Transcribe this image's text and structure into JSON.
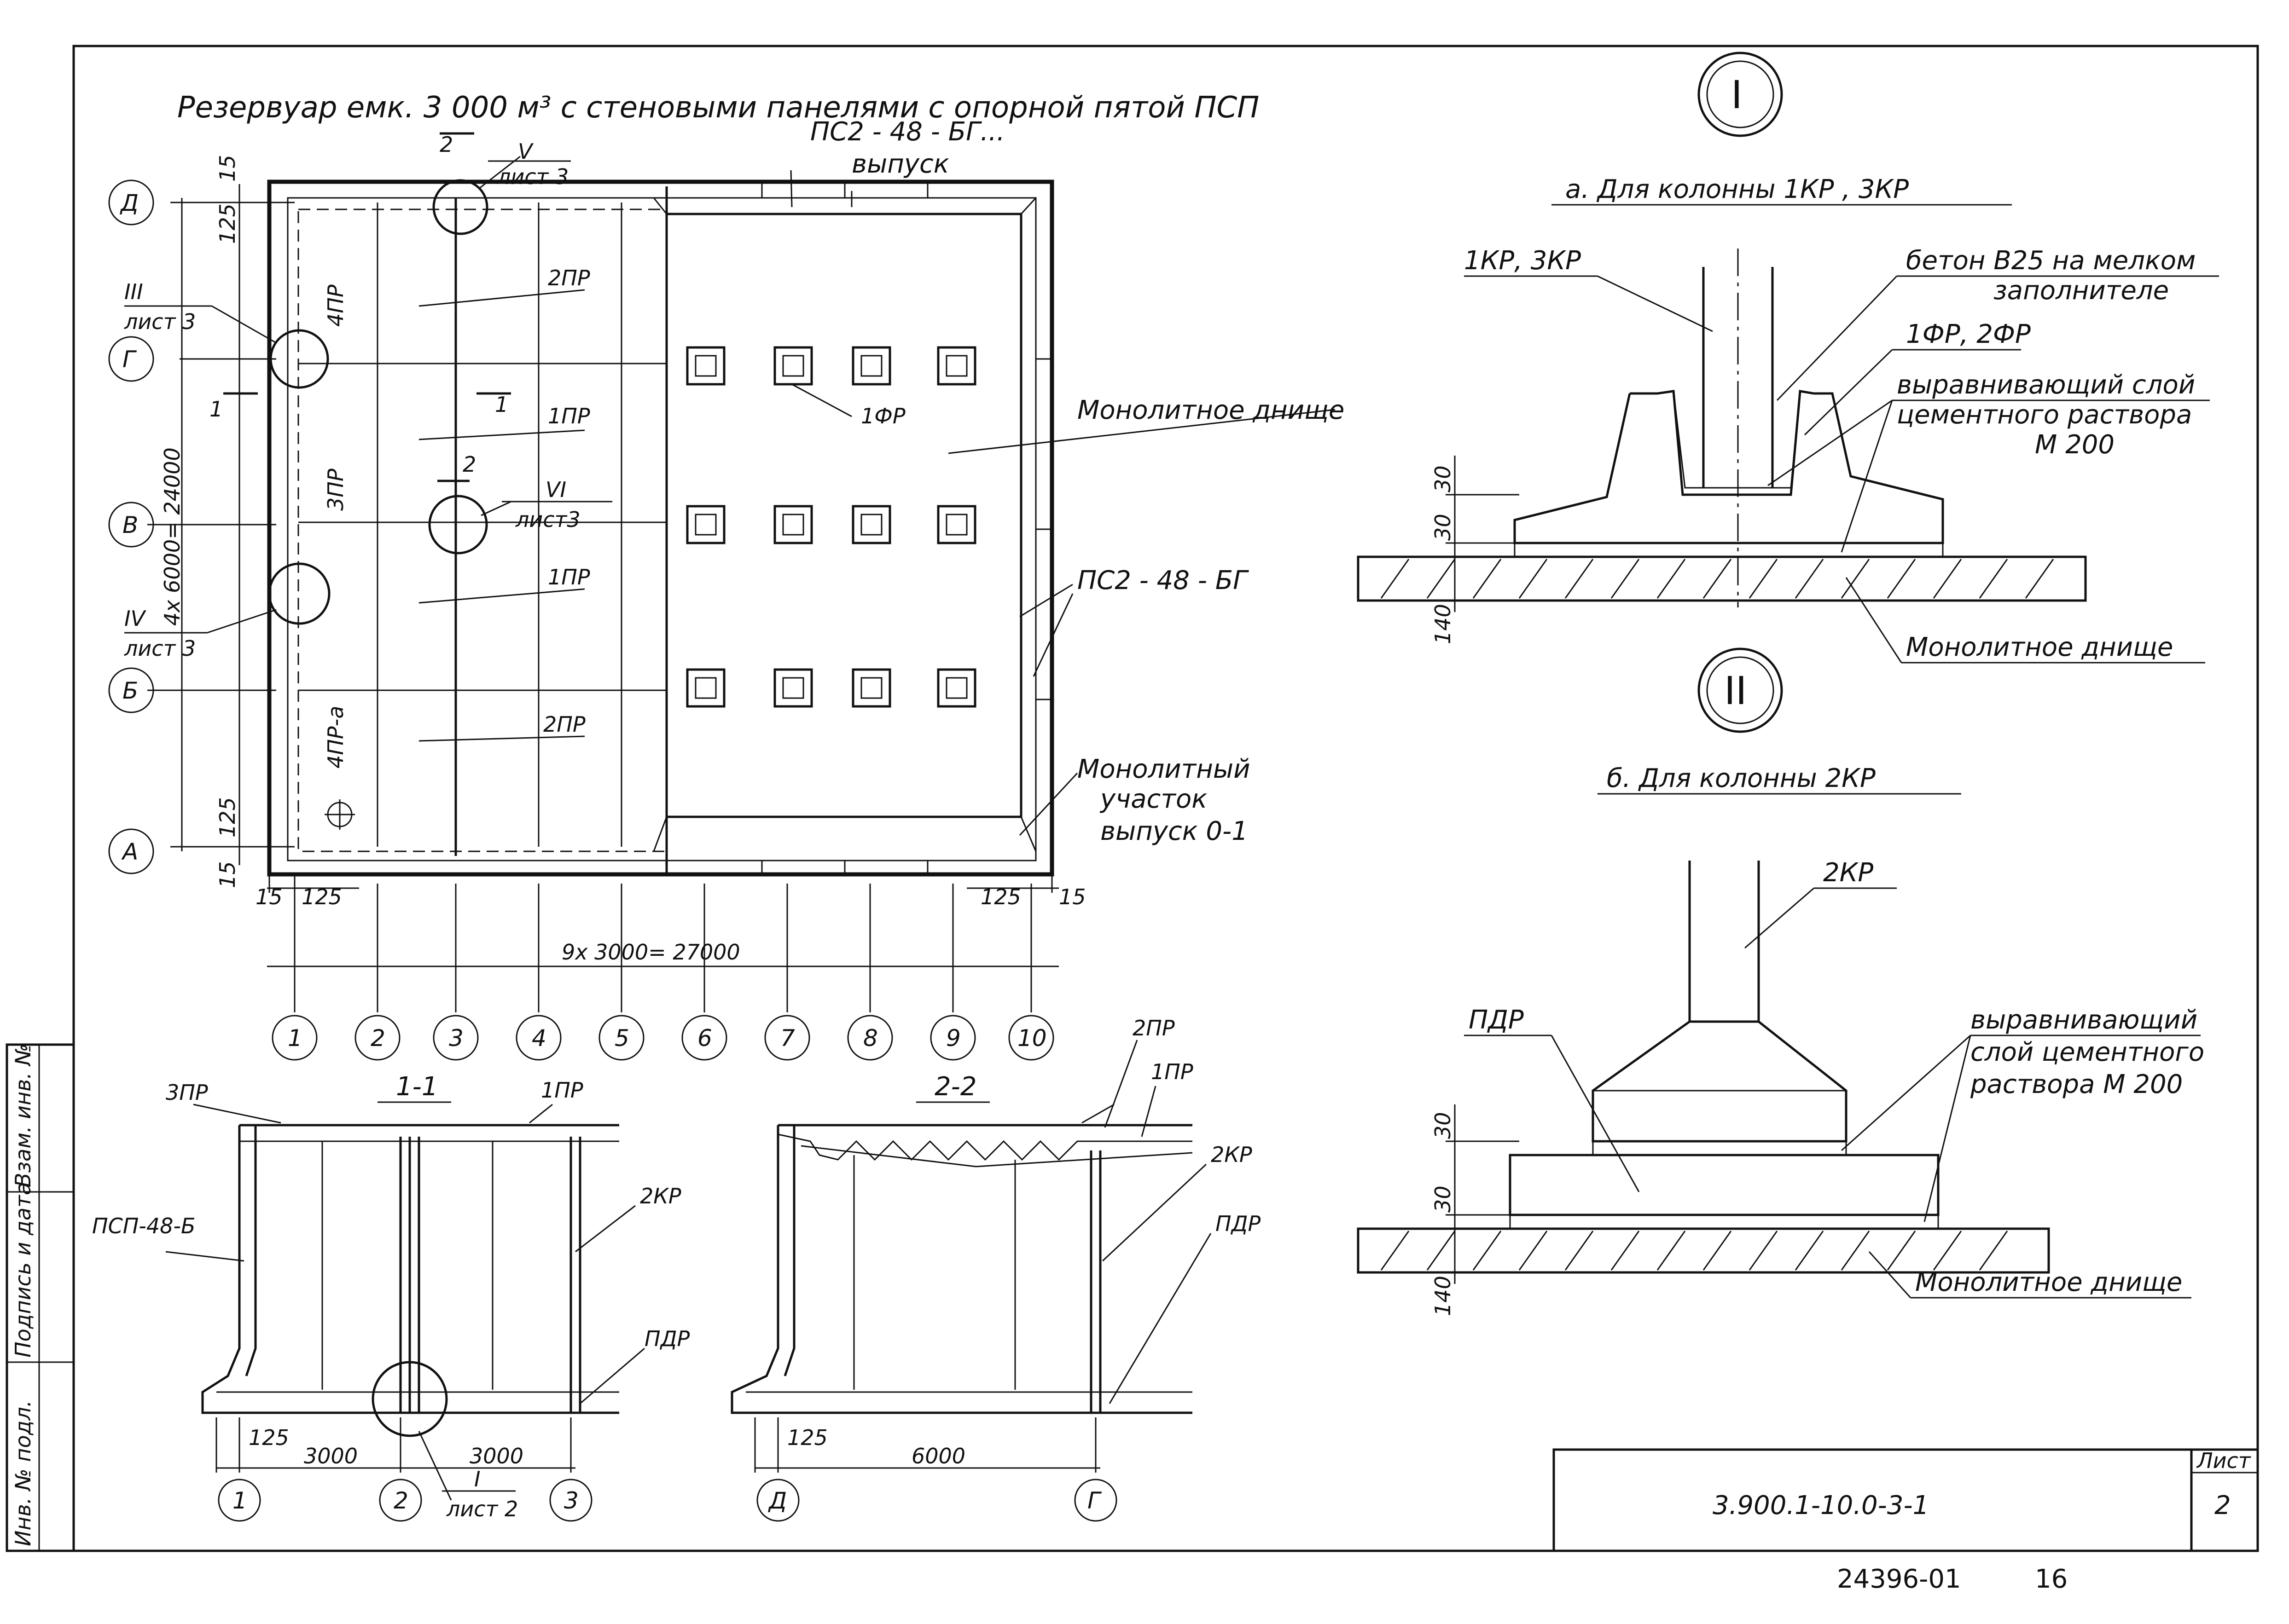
{
  "title": "Резервуар емк. 3 000 м³ с стеновыми панелями с опорной пятой ПСП",
  "plan": {
    "row_axes": [
      "Д",
      "Г",
      "В",
      "Б",
      "А"
    ],
    "col_axes": [
      "1",
      "2",
      "3",
      "4",
      "5",
      "6",
      "7",
      "8",
      "9",
      "10"
    ],
    "dim_total_x": "9х 3000= 27000",
    "dim_total_y": "4х 6000= 24000",
    "dim_15": "15",
    "dim_125": "125",
    "labels": {
      "ps_top": "ПС2 - 48 - БГ...",
      "vypusk_top": "выпуск",
      "ps_right": "ПС2 - 48 - БГ",
      "monolith_bottom": "Монолитное днище",
      "monolith_zone_1": "Монолитный",
      "monolith_zone_2": "участок",
      "monolith_zone_3": "выпуск 0-1",
      "pr2_a": "2ПР",
      "pr1_a": "1ПР",
      "pr1_b": "1ПР",
      "pr2_b": "2ПР",
      "pr3": "3ПР",
      "pr4": "4ПР",
      "pr4a": "4ПР-а",
      "fr1": "1ФР",
      "sec1_a": "1",
      "sec1_b": "1",
      "sec2_a": "2",
      "sec2_b": "2",
      "callout_V_num": "V",
      "callout_V_sheet": "лист 3",
      "callout_VI_num": "VI",
      "callout_VI_sheet": "лист3",
      "callout_III_num": "III",
      "callout_III_sheet": "лист 3",
      "callout_IV_num": "IV",
      "callout_IV_sheet": "лист 3"
    }
  },
  "section_1_1": {
    "title": "1-1",
    "labels": {
      "pr3": "3ПР",
      "pr1": "1ПР",
      "psp": "ПСП-48-Б",
      "kr2": "2КР",
      "pdr": "ПДР"
    },
    "dim_125": "125",
    "dim_a": "3000",
    "dim_b": "3000",
    "axes": [
      "1",
      "2",
      "3"
    ],
    "callout_num": "I",
    "callout_sheet": "лист 2"
  },
  "section_2_2": {
    "title": "2-2",
    "labels": {
      "pr2": "2ПР",
      "pr1": "1ПР",
      "kr2": "2КР",
      "pdr": "ПДР"
    },
    "dim_125": "125",
    "dim_a": "6000",
    "axes": [
      "Д",
      "Г"
    ]
  },
  "detail_I": {
    "marker": "I",
    "caption": "а. Для колонны 1КР , 3КР",
    "labels": {
      "column": "1КР, 3КР",
      "concrete_1": "бетон В25 на мелком",
      "concrete_2": "заполнителе",
      "fr": "1ФР, 2ФР",
      "layer_1": "выравнивающий слой",
      "layer_2": "цементного раствора",
      "layer_3": "М 200",
      "slab": "Монолитное днище"
    },
    "dims": [
      "30",
      "30",
      "140"
    ]
  },
  "detail_II": {
    "marker": "II",
    "caption": "б. Для колонны 2КР",
    "labels": {
      "column": "2КР",
      "pdr": "ПДР",
      "layer_1": "выравнивающий",
      "layer_2": "слой цементного",
      "layer_3": "раствора М 200",
      "slab": "Монолитное днище"
    },
    "dims": [
      "30",
      "30",
      "140"
    ]
  },
  "side_stamp": [
    "Инв. № подл.",
    "Подпись и дата",
    "Взам. инв. №"
  ],
  "title_block": {
    "code": "3.900.1-10.0-3-1",
    "sheet_label": "Лист",
    "sheet_number": "2"
  },
  "footer": {
    "archive": "24396-01",
    "page": "16"
  }
}
